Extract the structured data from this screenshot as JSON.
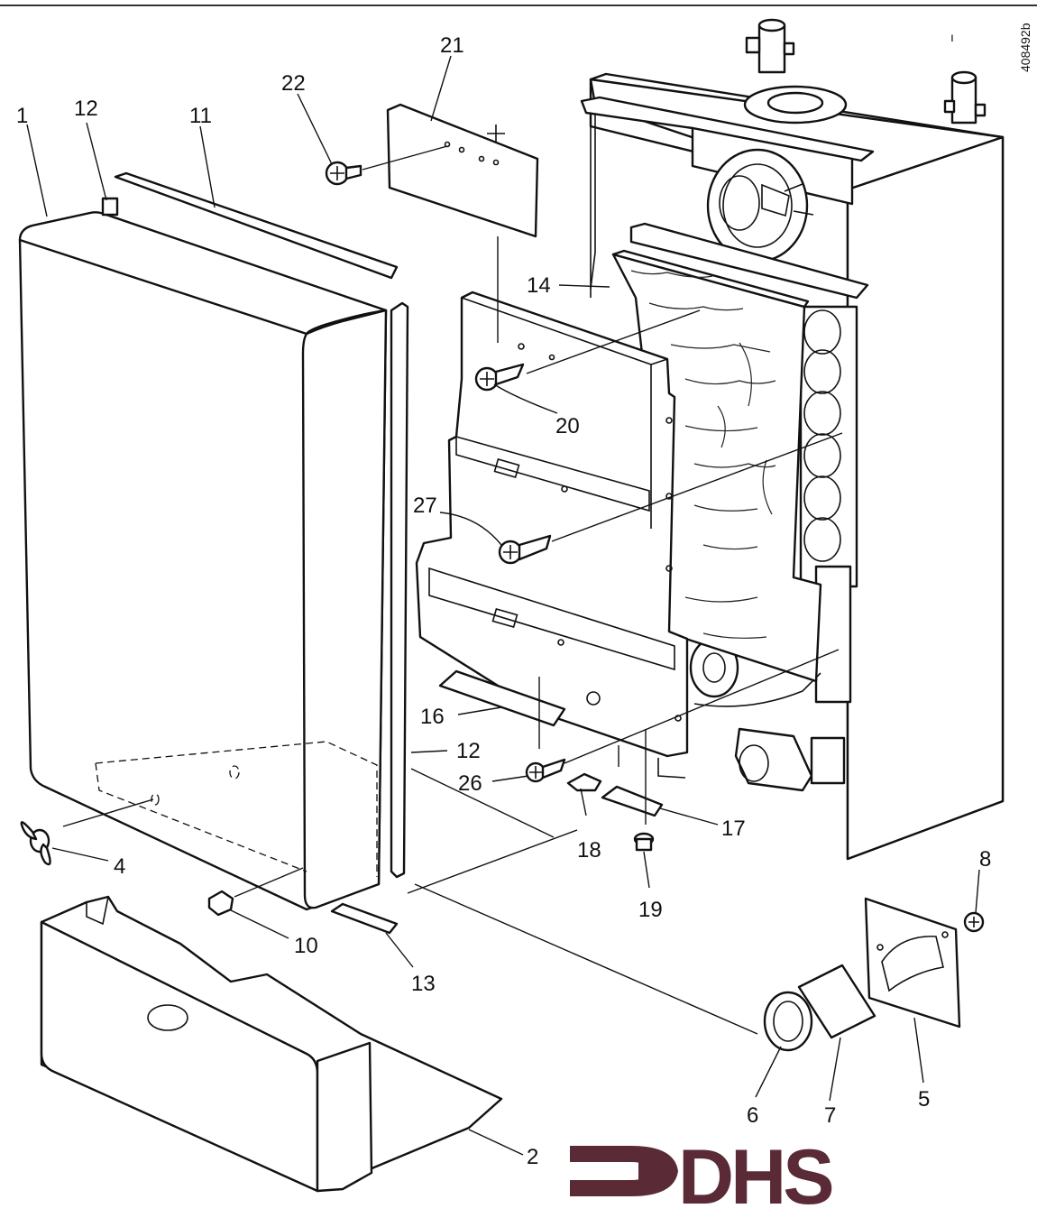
{
  "drawing_code": "408492b",
  "top_mark": "ı",
  "callouts": [
    {
      "id": "c1",
      "label": "1"
    },
    {
      "id": "c12a",
      "label": "12"
    },
    {
      "id": "c11",
      "label": "11"
    },
    {
      "id": "c22",
      "label": "22"
    },
    {
      "id": "c21",
      "label": "21"
    },
    {
      "id": "c14",
      "label": "14"
    },
    {
      "id": "c20",
      "label": "20"
    },
    {
      "id": "c27",
      "label": "27"
    },
    {
      "id": "c16",
      "label": "16"
    },
    {
      "id": "c12b",
      "label": "12"
    },
    {
      "id": "c26",
      "label": "26"
    },
    {
      "id": "c18",
      "label": "18"
    },
    {
      "id": "c17",
      "label": "17"
    },
    {
      "id": "c19",
      "label": "19"
    },
    {
      "id": "c4",
      "label": "4"
    },
    {
      "id": "c10",
      "label": "10"
    },
    {
      "id": "c13",
      "label": "13"
    },
    {
      "id": "c8",
      "label": "8"
    },
    {
      "id": "c5",
      "label": "5"
    },
    {
      "id": "c6",
      "label": "6"
    },
    {
      "id": "c7",
      "label": "7"
    },
    {
      "id": "c2",
      "label": "2"
    }
  ],
  "logo": {
    "text": "DHS",
    "color": "#5a2a36"
  }
}
